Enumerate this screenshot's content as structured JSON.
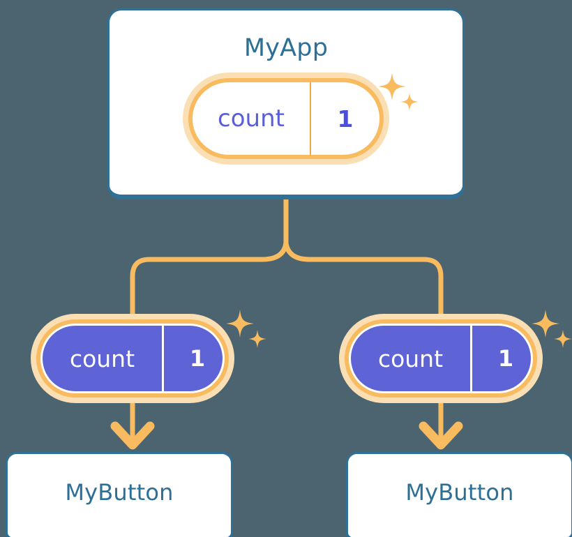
{
  "diagram": {
    "title": "MyApp component tree with shared count state",
    "background_color": "#4c646f"
  },
  "palette": {
    "background": "#4c646f",
    "card_border": "#2e7096",
    "card_fill": "#ffffff",
    "card_text": "#2c6f97",
    "pill_border": "#f8bb60",
    "pill_halo": "#fbdfb4",
    "pill_fill_state": "#5e63d6",
    "pill_text_app": "#5a5fd8",
    "pill_text_state": "#ffffff",
    "wire": "#f8bb60",
    "sparkle": "#f8bb60"
  },
  "app_card": {
    "title": "MyApp",
    "state_pill": {
      "key": "count",
      "value": "1"
    }
  },
  "children": [
    {
      "state_pill": {
        "key": "count",
        "value": "1"
      },
      "card_title": "MyButton"
    },
    {
      "state_pill": {
        "key": "count",
        "value": "1"
      },
      "card_title": "MyButton"
    }
  ],
  "icons": {
    "sparkle_large": "sparkle-four-point-large",
    "sparkle_small": "sparkle-four-point-small",
    "arrow": "arrow-down"
  }
}
